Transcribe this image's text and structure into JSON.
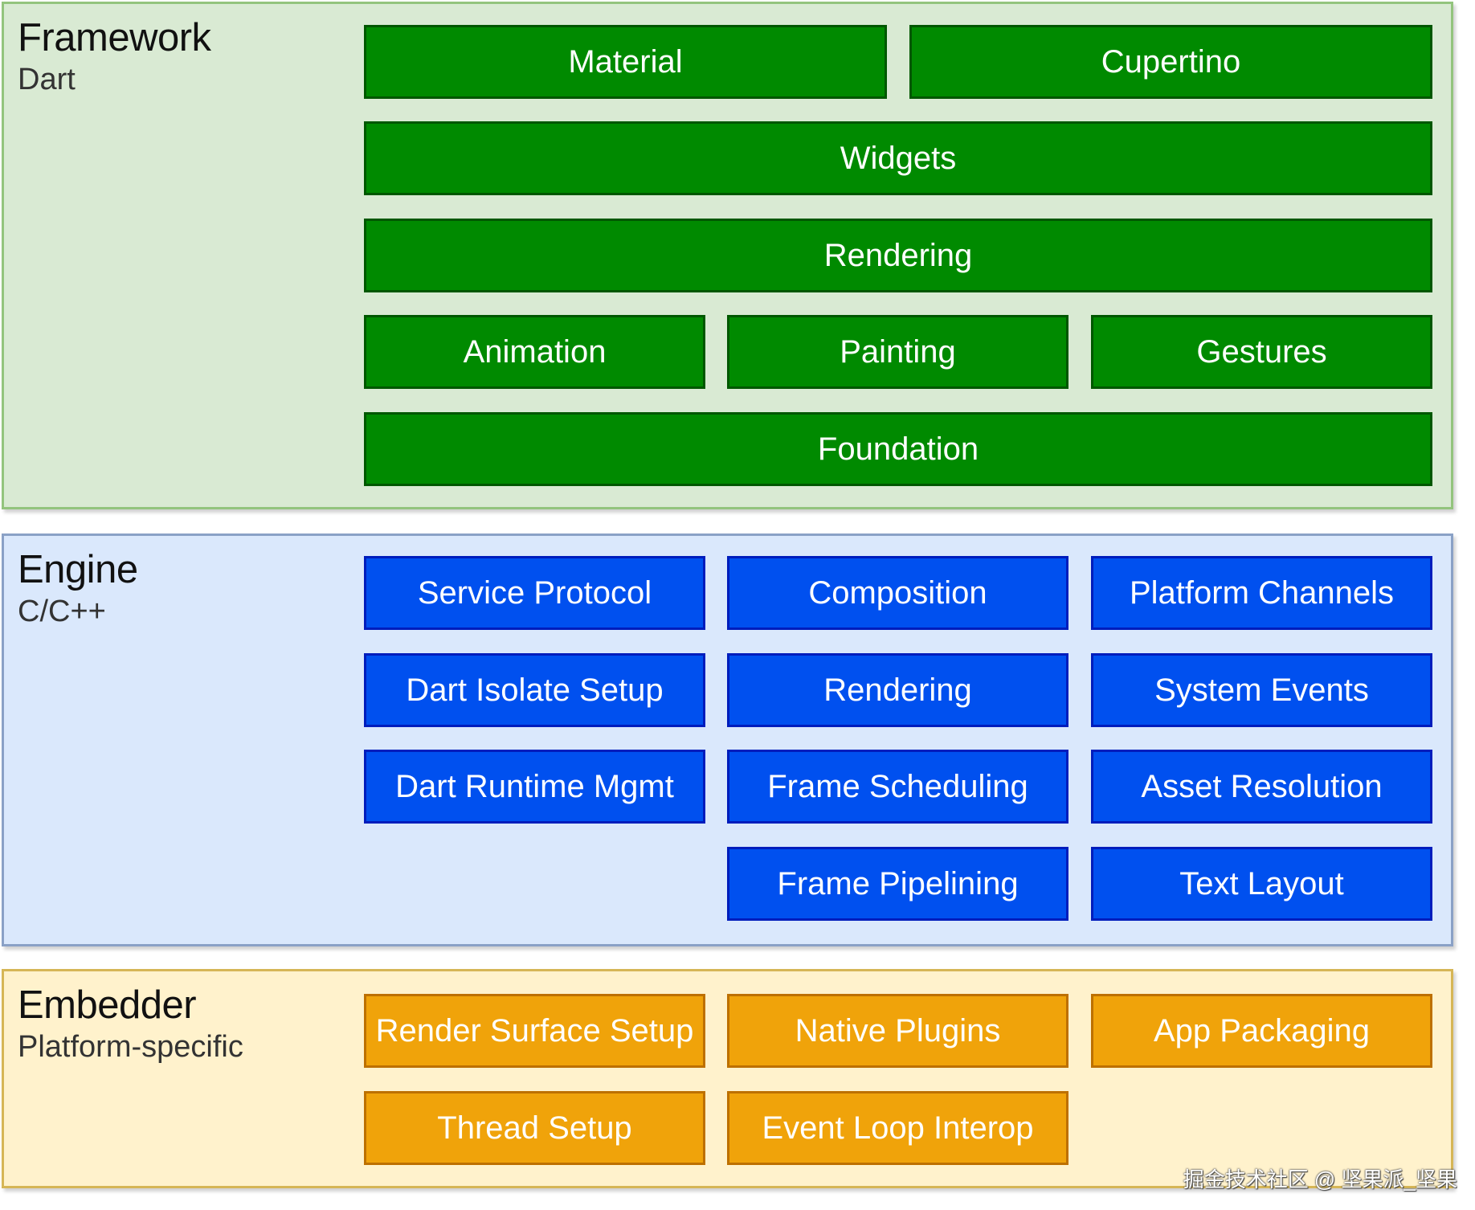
{
  "framework": {
    "title": "Framework",
    "subtitle": "Dart",
    "colors": {
      "background": "#d9ead3",
      "box": "#008a00"
    },
    "row1": [
      "Material",
      "Cupertino"
    ],
    "row2": "Widgets",
    "row3": "Rendering",
    "row4": [
      "Animation",
      "Painting",
      "Gestures"
    ],
    "row5": "Foundation"
  },
  "engine": {
    "title": "Engine",
    "subtitle": "C/C++",
    "colors": {
      "background": "#dae8fc",
      "box": "#0050ef"
    },
    "row1": [
      "Service Protocol",
      "Composition",
      "Platform Channels"
    ],
    "row2": [
      "Dart Isolate Setup",
      "Rendering",
      "System Events"
    ],
    "row3": [
      "Dart Runtime Mgmt",
      "Frame Scheduling",
      "Asset Resolution"
    ],
    "row4": [
      "Frame Pipelining",
      "Text Layout"
    ]
  },
  "embedder": {
    "title": "Embedder",
    "subtitle": "Platform-specific",
    "colors": {
      "background": "#fff2cc",
      "box": "#f0a30a"
    },
    "row1": [
      "Render Surface Setup",
      "Native Plugins",
      "App Packaging"
    ],
    "row2": [
      "Thread Setup",
      "Event Loop Interop"
    ]
  },
  "watermark": "掘金技术社区 @ 坚果派_坚果"
}
